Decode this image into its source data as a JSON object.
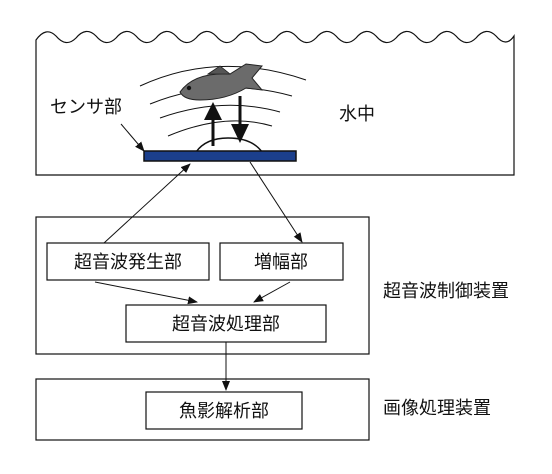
{
  "water": {
    "sensor_label": "センサ部",
    "water_label": "水中"
  },
  "control": {
    "group_label": "超音波制御装置",
    "generator_label": "超音波発生部",
    "amplifier_label": "増幅部",
    "processor_label": "超音波処理部"
  },
  "image_processing": {
    "group_label": "画像処理装置",
    "analyzer_label": "魚影解析部"
  },
  "colors": {
    "sensor_fill": "#1b3f8c",
    "fish_fill": "#6b6b6b",
    "line": "#111111"
  }
}
